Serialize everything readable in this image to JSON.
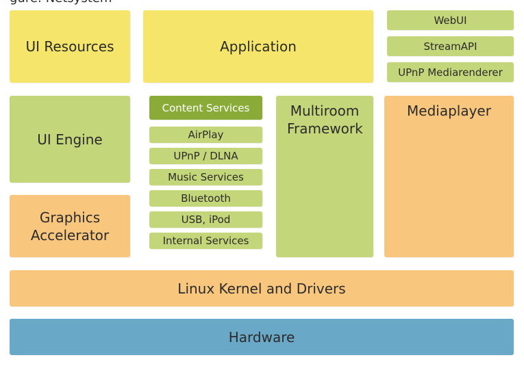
{
  "partial_title": "gure: Netsystem",
  "colors": {
    "yellow": "#f5e56a",
    "green": "#c4d67a",
    "dark_green": "#8aab38",
    "orange": "#f9c67e",
    "blue": "#69a8c7"
  },
  "blocks": {
    "ui_resources": "UI Resources",
    "application": "Application",
    "webui": "WebUI",
    "streamapi": "StreamAPI",
    "upnp_mediarenderer": "UPnP Mediarenderer",
    "ui_engine": "UI Engine",
    "content_services": "Content Services",
    "multiroom_framework": "Multiroom Framework",
    "mediaplayer": "Mediaplayer",
    "graphics_accelerator": "Graphics Accelerator",
    "linux_kernel": "Linux Kernel and Drivers",
    "hardware": "Hardware"
  },
  "content_services_items": [
    "AirPlay",
    "UPnP / DLNA",
    "Music Services",
    "Bluetooth",
    "USB, iPod",
    "Internal Services"
  ]
}
